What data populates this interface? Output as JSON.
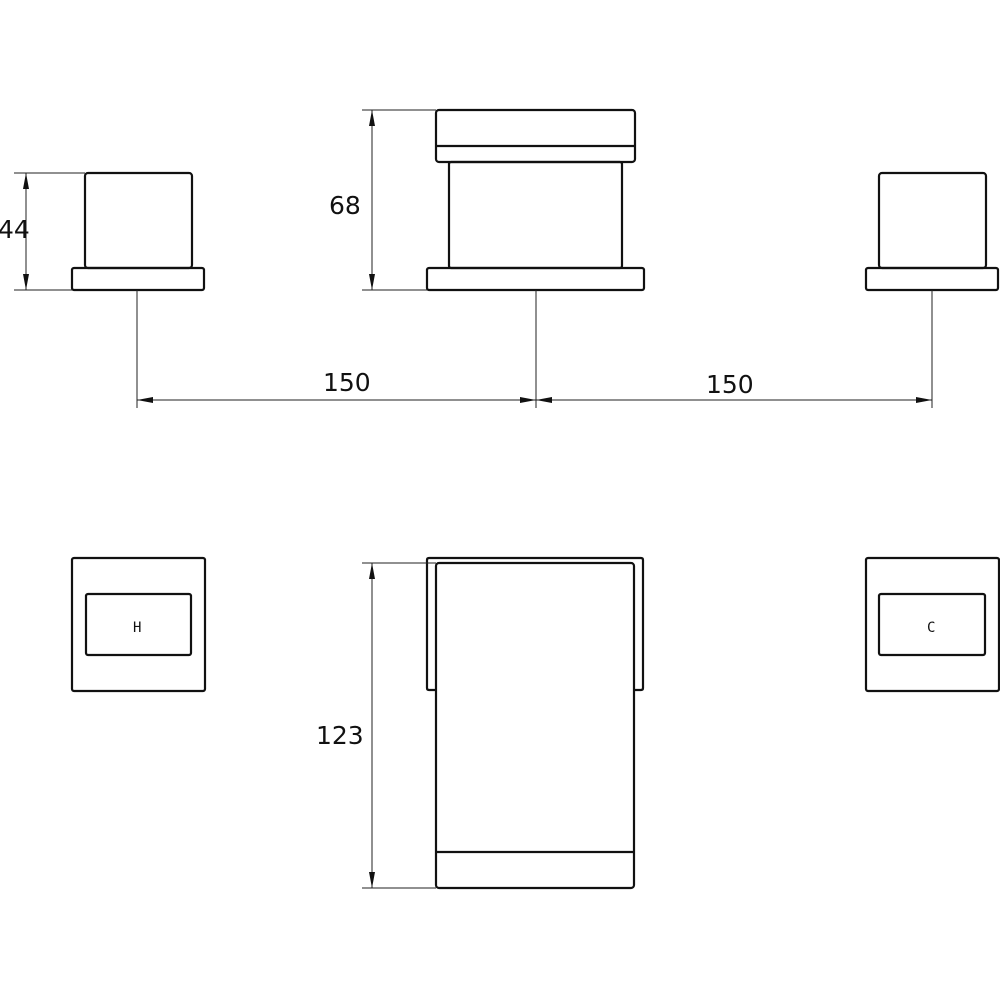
{
  "drawing": {
    "dimensions": {
      "handle_height": "44",
      "spout_height": "68",
      "spacing_left": "150",
      "spacing_right": "150",
      "spout_projection": "123"
    },
    "labels": {
      "hot": "H",
      "cold": "C"
    },
    "line_color": "#111111"
  }
}
